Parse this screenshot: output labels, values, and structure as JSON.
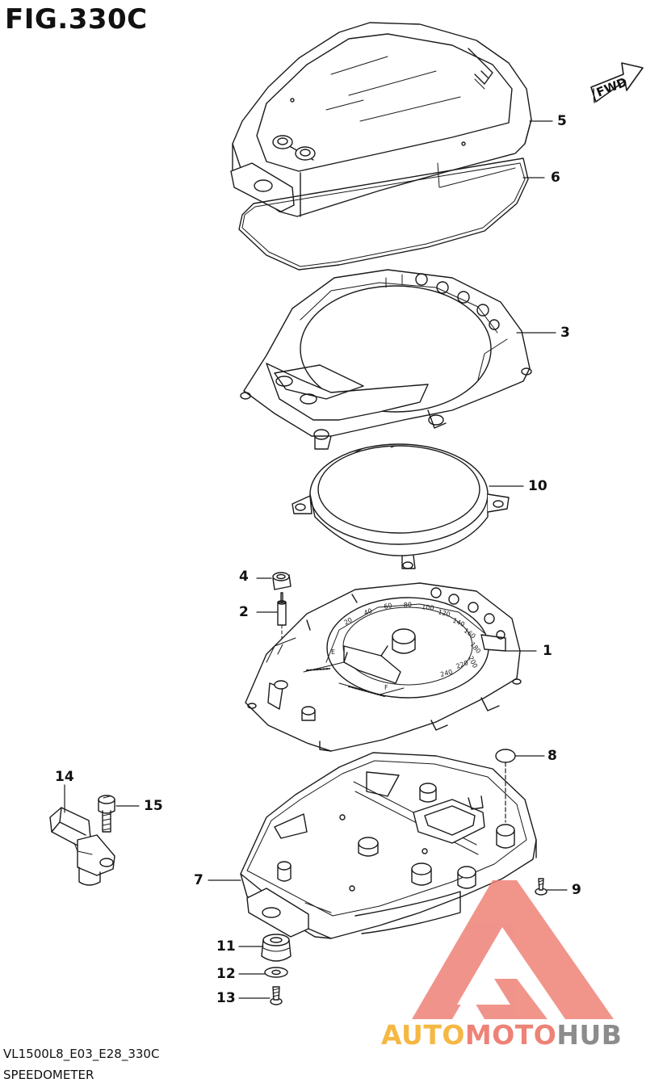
{
  "figure": {
    "title": "FIG.330C",
    "fwd_label": "FWD",
    "model_code": "VL1500L8_E03_E28_330C",
    "section_name": "SPEEDOMETER"
  },
  "callouts": [
    {
      "id": "5",
      "label": "5"
    },
    {
      "id": "6",
      "label": "6"
    },
    {
      "id": "3",
      "label": "3"
    },
    {
      "id": "10",
      "label": "10"
    },
    {
      "id": "4",
      "label": "4"
    },
    {
      "id": "2",
      "label": "2"
    },
    {
      "id": "1",
      "label": "1"
    },
    {
      "id": "8",
      "label": "8"
    },
    {
      "id": "14",
      "label": "14"
    },
    {
      "id": "15",
      "label": "15"
    },
    {
      "id": "7",
      "label": "7"
    },
    {
      "id": "9",
      "label": "9"
    },
    {
      "id": "11",
      "label": "11"
    },
    {
      "id": "12",
      "label": "12"
    },
    {
      "id": "13",
      "label": "13"
    }
  ],
  "dial_numbers": [
    "20",
    "40",
    "60",
    "80",
    "100",
    "120",
    "140",
    "160",
    "180",
    "200",
    "220",
    "240"
  ],
  "gauge_marks": {
    "empty": "E",
    "full": "F"
  },
  "watermark": {
    "part1": "AUTO",
    "part2": "MOTO",
    "part3": "HUB"
  },
  "colors": {
    "line": "#1a1a1a",
    "watermark_yellow": "#f5b844",
    "watermark_red": "#ee8277",
    "watermark_gray": "#8c8c8c"
  }
}
